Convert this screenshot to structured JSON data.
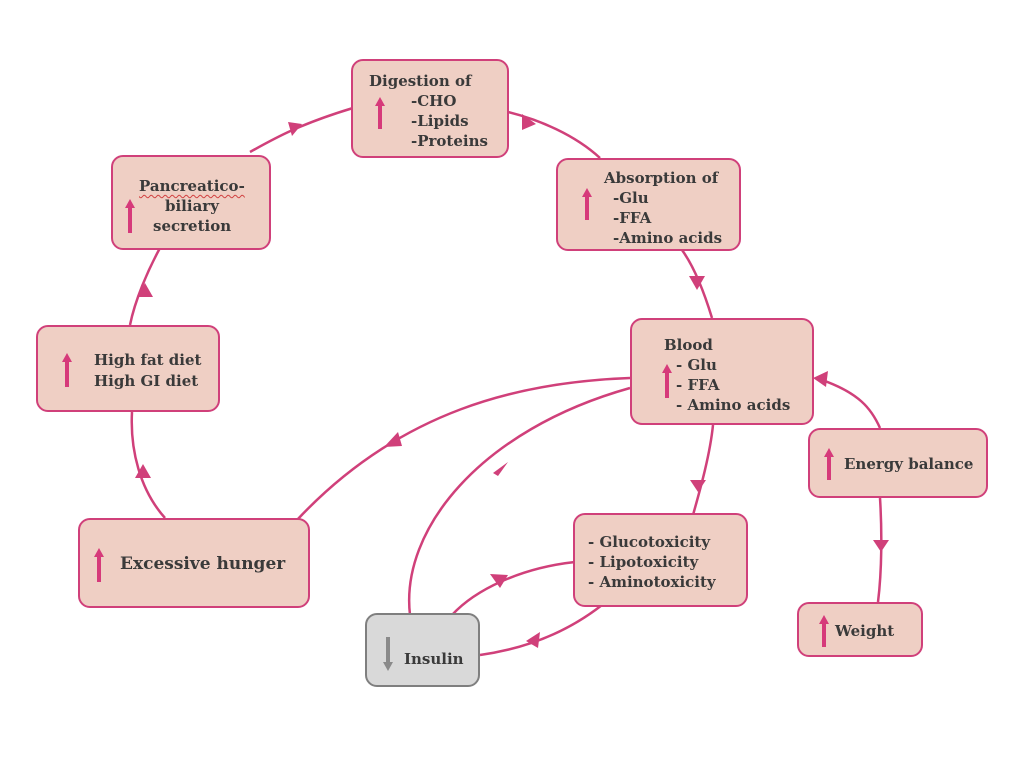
{
  "colors": {
    "accent": "#d63a7a",
    "node_fill": "#efcfc4",
    "node_border": "#d0407a",
    "insulin_fill": "#d9d9d9",
    "insulin_border": "#7f7f7f",
    "text": "#3a3a3a"
  },
  "nodes": {
    "digestion": {
      "title": "Digestion of",
      "items": [
        "-CHO",
        "-Lipids",
        "-Proteins"
      ],
      "icon": "up-arrow-icon"
    },
    "absorption": {
      "title": "Absorption of",
      "items": [
        "-Glu",
        "-FFA",
        "-Amino acids"
      ],
      "icon": "up-arrow-icon"
    },
    "blood": {
      "title": "Blood",
      "items": [
        "- Glu",
        "- FFA",
        "- Amino acids"
      ],
      "icon": "up-arrow-icon"
    },
    "pancreatico": {
      "lines": [
        "Pancreatico-",
        "biliary",
        "secretion"
      ],
      "icon": "up-arrow-icon"
    },
    "diet": {
      "lines": [
        "High fat diet",
        "High GI diet"
      ],
      "icon": "up-arrow-icon"
    },
    "hunger": {
      "label": "Excessive hunger",
      "icon": "up-arrow-icon"
    },
    "toxicity": {
      "lines": [
        "- Glucotoxicity",
        "- Lipotoxicity",
        "- Aminotoxicity"
      ]
    },
    "insulin": {
      "label": "Insulin",
      "icon": "down-arrow-icon"
    },
    "energy": {
      "label": "Energy balance",
      "icon": "up-arrow-icon"
    },
    "weight": {
      "label": "Weight",
      "icon": "up-arrow-icon"
    }
  }
}
